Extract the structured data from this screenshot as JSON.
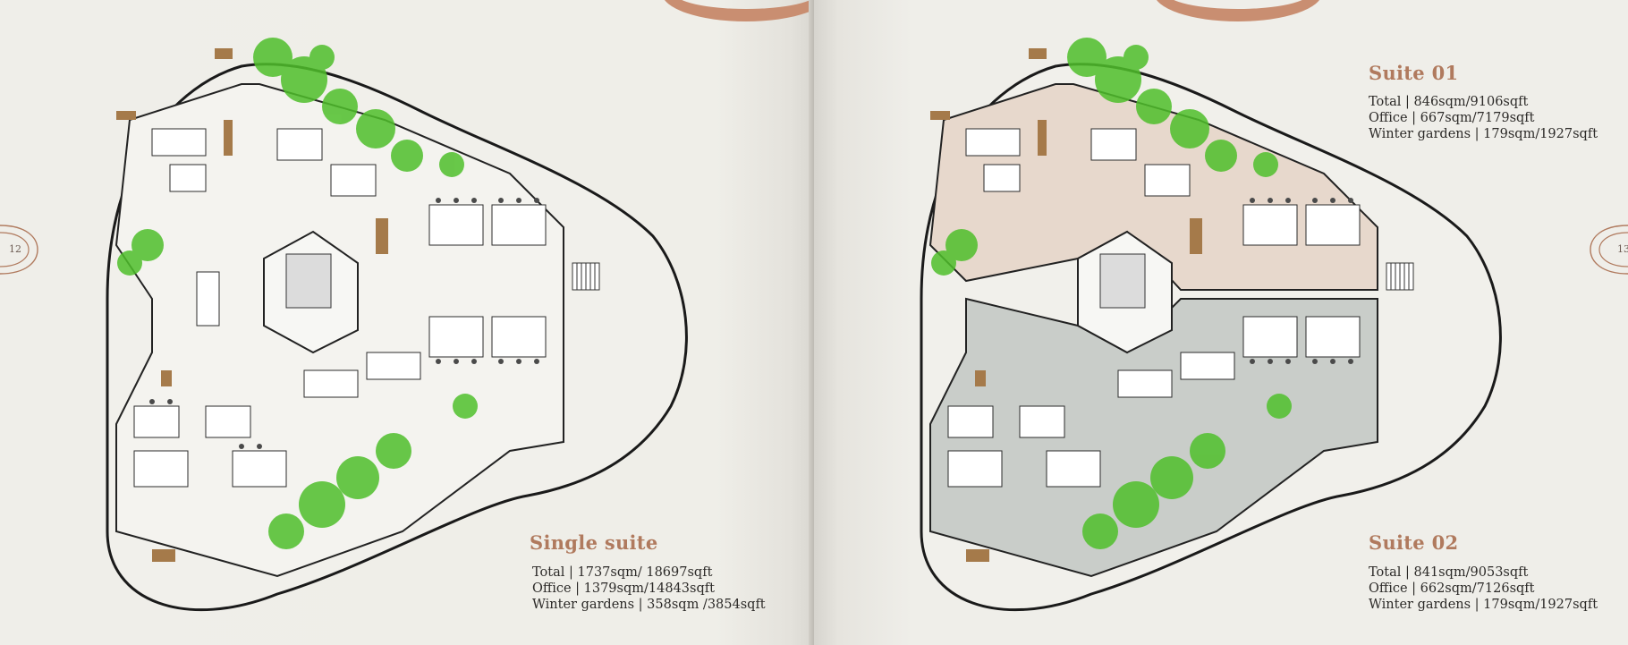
{
  "left_page": {
    "page_number": "12",
    "suite_title": "Single suite",
    "stats": [
      "Total | 1737sqm/ 18697sqft",
      "Office | 1379sqm/14843sqft",
      "Winter gardens | 358sqm /3854sqft"
    ]
  },
  "right_page": {
    "page_number": "13",
    "suites": [
      {
        "title": "Suite 01",
        "stats": [
          "Total | 846sqm/9106sqft",
          "Office | 667sqm/7179sqft",
          "Winter gardens | 179sqm/1927sqft"
        ]
      },
      {
        "title": "Suite 02",
        "stats": [
          "Total | 841sqm/9053sqft",
          "Office | 662sqm/7126sqft",
          "Winter gardens | 179sqm/1927sqft"
        ]
      }
    ]
  },
  "colors": {
    "accent": "#b07a5e",
    "suite_01_tint": "#e7d8cc",
    "suite_02_tint": "#c9cdc9",
    "greenery": "#4fbf2b",
    "wall": "#1d1d1d"
  }
}
